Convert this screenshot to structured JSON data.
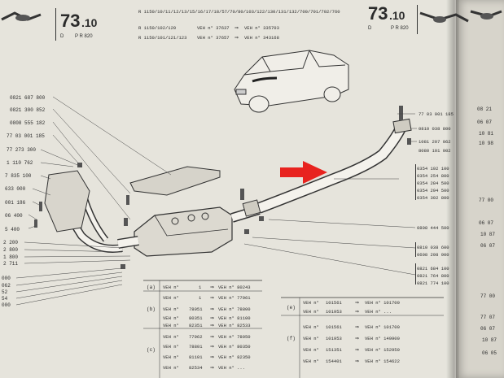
{
  "header": {
    "section": "73",
    "subsection": ".10",
    "sub_d": "D",
    "sub_pr": "P R 820",
    "model_lines": [
      "R 1150/10/11/12/13/15/16/17/18/57/70/80/103/122/130/131/132/700/701/702/760",
      "R 1150/102/120",
      "R 1150/101/121/123"
    ],
    "ven_lines": [
      [
        "VEH n° 37637",
        "VEH n° 335703"
      ],
      [
        "VEH n° 37657",
        "VEH n° 343168"
      ]
    ]
  },
  "right_header": {
    "section": "73",
    "subsection": ".10",
    "sub_d": "D",
    "sub_pr": "P R 820"
  },
  "left_parts": [
    "0821 687 800",
    "0821 300 852",
    "0808 555 182",
    "77 03 001 185",
    "77 273 300",
    "1 110 762",
    "7 835 100",
    "633 000",
    "001 186",
    "06 400",
    "5 400",
    "2 200",
    "2 800",
    "1 800",
    "2 711",
    "000",
    "062",
    "52",
    "54",
    "000"
  ],
  "right_parts": [
    "77 03 001 185",
    "0810 038 800",
    "1081 207 062",
    "8080 101 002",
    "0354 192 100",
    "0354 254 800",
    "0354 284 500",
    "0354 294 500",
    "0354 302 800",
    "0808 444 500",
    "0810 038 600",
    "0608 298 900",
    "0821 684 100",
    "0821 764 800",
    "0821 774 100"
  ],
  "far_right_parts": [
    "08 21",
    "06 07",
    "10 81",
    "10 98",
    "77 00",
    "06 07",
    "10 87",
    "06 07",
    "77 00",
    "77 07",
    "06 07",
    "10 87",
    "06 05"
  ],
  "table_left": {
    "rows": [
      [
        "(a)",
        "VEH n°",
        "1",
        "VEH n° 80243"
      ],
      [
        "",
        "VEH n°",
        "1",
        "VEH n° 77961"
      ],
      [
        "(b)",
        "VEH n°",
        "78051",
        "VEH n° 78800"
      ],
      [
        "",
        "VEH n°",
        "80351",
        "VEH n° 81100"
      ],
      [
        "",
        "VEH n°",
        "82351",
        "VEH n° 82533"
      ],
      [
        "",
        "VEH n°",
        "77962",
        "VEH n° 78050"
      ],
      [
        "(c)",
        "VEH n°",
        "78801",
        "VEH n° 80350"
      ],
      [
        "",
        "VEH n°",
        "81101",
        "VEH n° 82350"
      ],
      [
        "",
        "VEH n°",
        "82534",
        "VEH n° ..."
      ]
    ]
  },
  "table_right": {
    "rows": [
      [
        "(e)",
        "VEH n°",
        "101561",
        "VEH n° 101700"
      ],
      [
        "",
        "VEH n°",
        "101953",
        "VEH n° ..."
      ],
      [
        "",
        "VEH n°",
        "101561",
        "VEH n° 101700"
      ],
      [
        "(f)",
        "VEH n°",
        "101953",
        "VEH n° 149900"
      ],
      [
        "",
        "VEH n°",
        "151351",
        "VEH n° 152950"
      ],
      [
        "",
        "VEH n°",
        "154401",
        "VEH n° 154622"
      ]
    ]
  },
  "colors": {
    "paper": "#e6e4dc",
    "ink": "#2b2b2b",
    "arrow": "#e8231f"
  }
}
